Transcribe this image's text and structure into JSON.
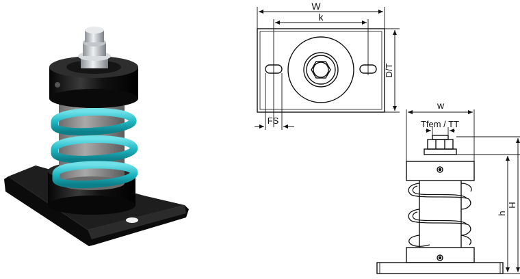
{
  "photo": {
    "spring_color": "#1fb7c2",
    "cylinder_color": "#8f8f8f",
    "metal_color": "#151515",
    "hardware_color": "#cfd3d6"
  },
  "top_view": {
    "labels": {
      "overall_width": "W",
      "hole_spacing": "k",
      "depth": "D/T",
      "slot_width": "FS"
    }
  },
  "side_view": {
    "labels": {
      "spring_width": "w",
      "thread": "Tfem / TT",
      "total_height": "H",
      "height": "h"
    }
  },
  "colors": {
    "line": "#111111",
    "background": "#ffffff"
  }
}
